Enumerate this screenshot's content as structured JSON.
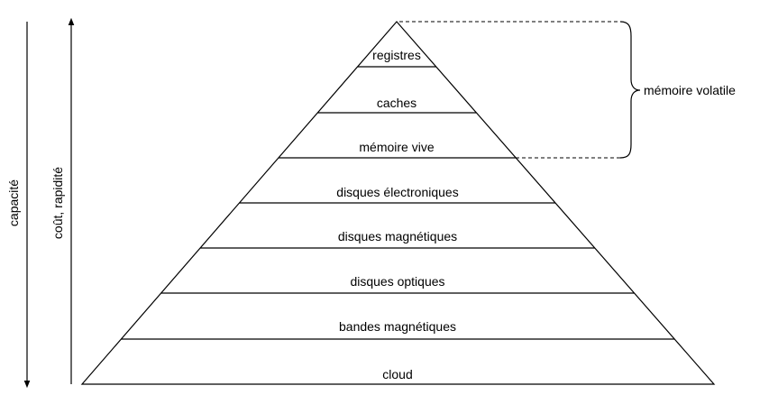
{
  "diagram": {
    "levels": [
      "registres",
      "caches",
      "mémoire vive",
      "disques électroniques",
      "disques magnétiques",
      "disques optiques",
      "bandes magnétiques",
      "cloud"
    ],
    "volatile_label": "mémoire volatile",
    "axis_capacity_label": "capacité",
    "axis_cost_speed_label": "coût, rapidité",
    "stroke_color": "#000000",
    "background_color": "#ffffff"
  }
}
